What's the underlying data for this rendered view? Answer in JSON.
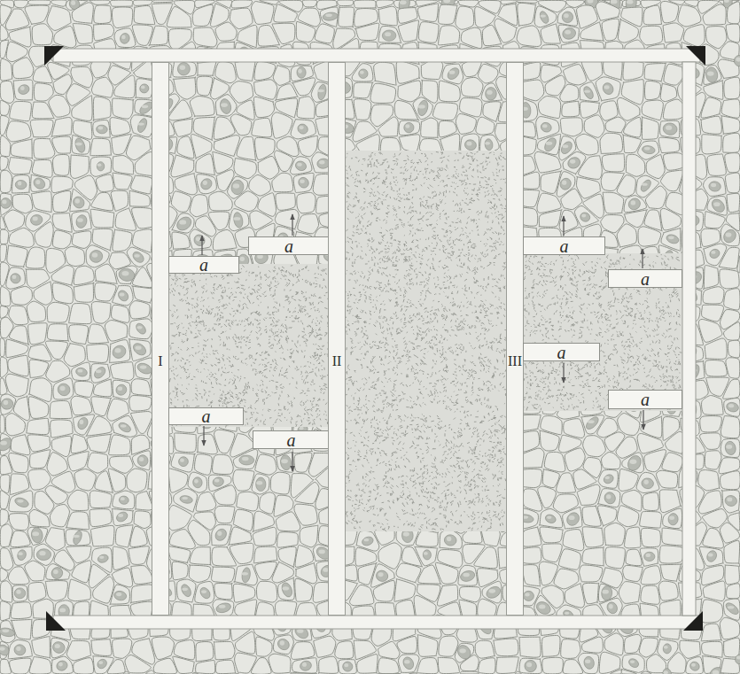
{
  "diagram": {
    "nodes": [
      {
        "text": [
          "I"
        ]
      },
      {
        "text": [
          "a"
        ]
      },
      {
        "text": [
          "a"
        ]
      },
      {
        "text": [
          "a"
        ]
      },
      {
        "text": [
          "a"
        ]
      },
      {
        "text": [
          "II"
        ]
      },
      {
        "text": [
          "III"
        ]
      },
      {
        "text": [
          "a"
        ]
      },
      {
        "text": [
          "a"
        ]
      },
      {
        "text": [
          "a"
        ]
      },
      {
        "text": [
          "a"
        ]
      }
    ]
  }
}
